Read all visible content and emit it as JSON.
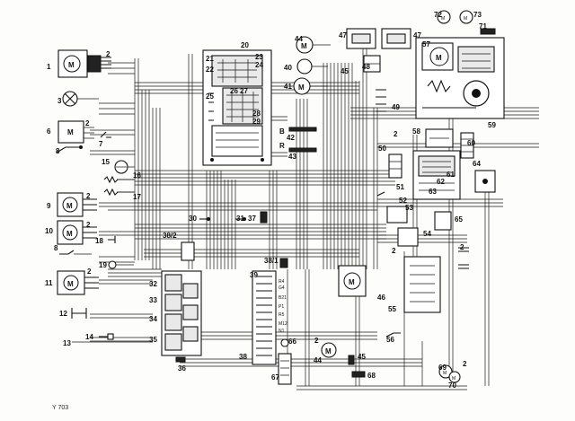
{
  "diagram": {
    "reference": "Y 703",
    "callouts": {
      "c1": "1",
      "c2a": "2",
      "c3": "3",
      "c6": "6",
      "c2b": "2",
      "c7": "7",
      "c8a": "8",
      "c15": "15",
      "c16": "16",
      "c17": "17",
      "c9": "9",
      "c2c": "2",
      "c10": "10",
      "c2d": "2",
      "c18": "18",
      "c8b": "8",
      "c19": "19",
      "c11": "11",
      "c2e": "2",
      "c12": "12",
      "c13": "13",
      "c14": "14",
      "c20": "20",
      "c21": "21",
      "c22": "22",
      "c23": "23",
      "c24": "24",
      "c25": "25",
      "c26": "26",
      "c27": "27",
      "c28": "28",
      "c29": "29",
      "c44a": "44",
      "c40": "40",
      "c41": "41",
      "c42": "42",
      "c43": "43",
      "c45a": "45",
      "c47a": "47",
      "c47b": "47",
      "c48": "48",
      "c49": "49",
      "c2f": "2",
      "c50": "50",
      "c51": "51",
      "c52": "52",
      "c53": "53",
      "c54": "54",
      "c2g": "2",
      "c46": "46",
      "c55": "55",
      "c56": "56",
      "c45b": "45",
      "c68": "68",
      "c44b": "44",
      "c2h": "2",
      "c72": "72",
      "c73": "73",
      "c71": "71",
      "c57": "57",
      "c59": "59",
      "c58": "58",
      "c60": "60",
      "c64": "64",
      "c61": "61",
      "c62": "62",
      "c63": "63",
      "c65": "65",
      "c2i": "2",
      "c2j": "2",
      "c69": "69",
      "c70": "70",
      "c30": "30",
      "c31": "31",
      "c37": "37",
      "c38_2": "38/2",
      "c38_1": "38/1",
      "c39": "39",
      "c33": "33",
      "c32": "32",
      "c34": "34",
      "c35": "35",
      "c36": "36",
      "c38": "38",
      "c66": "66",
      "c67": "67"
    },
    "motor_letter": "M",
    "connector_letters": {
      "b": "B",
      "r": "R"
    },
    "wire_codes": [
      "R4",
      "G4",
      "B21",
      "P1",
      "R5",
      "M12",
      "N1"
    ]
  }
}
